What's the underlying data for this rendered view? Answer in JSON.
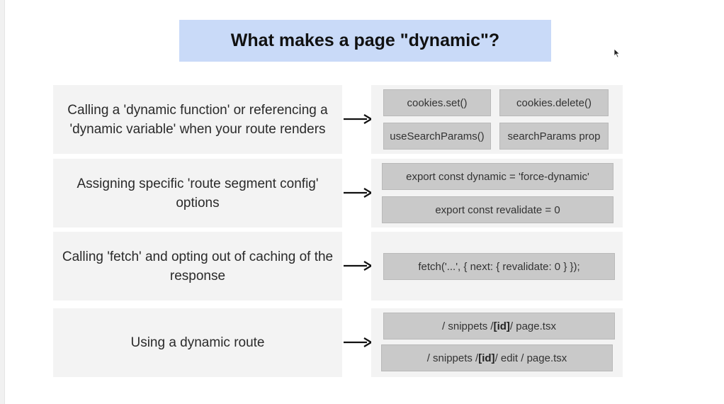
{
  "title": "What makes a page \"dynamic\"?",
  "rows": [
    {
      "reason": "Calling a 'dynamic function' or referencing a 'dynamic variable' when your route renders",
      "examples": [
        "cookies.set()",
        "cookies.delete()",
        "useSearchParams()",
        "searchParams prop"
      ]
    },
    {
      "reason": "Assigning specific 'route segment config' options",
      "examples": [
        "export const dynamic = 'force-dynamic'",
        "export const revalidate = 0"
      ]
    },
    {
      "reason": "Calling 'fetch' and opting out of caching of the response",
      "examples": [
        "fetch('...', { next: { revalidate: 0 } });"
      ]
    },
    {
      "reason": "Using a dynamic route",
      "examples": [
        {
          "before": "/ snippets / ",
          "bold": "[id]",
          "after": " / page.tsx"
        },
        {
          "before": "/ snippets / ",
          "bold": "[id]",
          "after": " / edit / page.tsx"
        }
      ]
    }
  ],
  "colors": {
    "title_bg": "#c9daf8",
    "box_bg": "#f3f3f3",
    "chip_bg": "#c9c9c9"
  }
}
